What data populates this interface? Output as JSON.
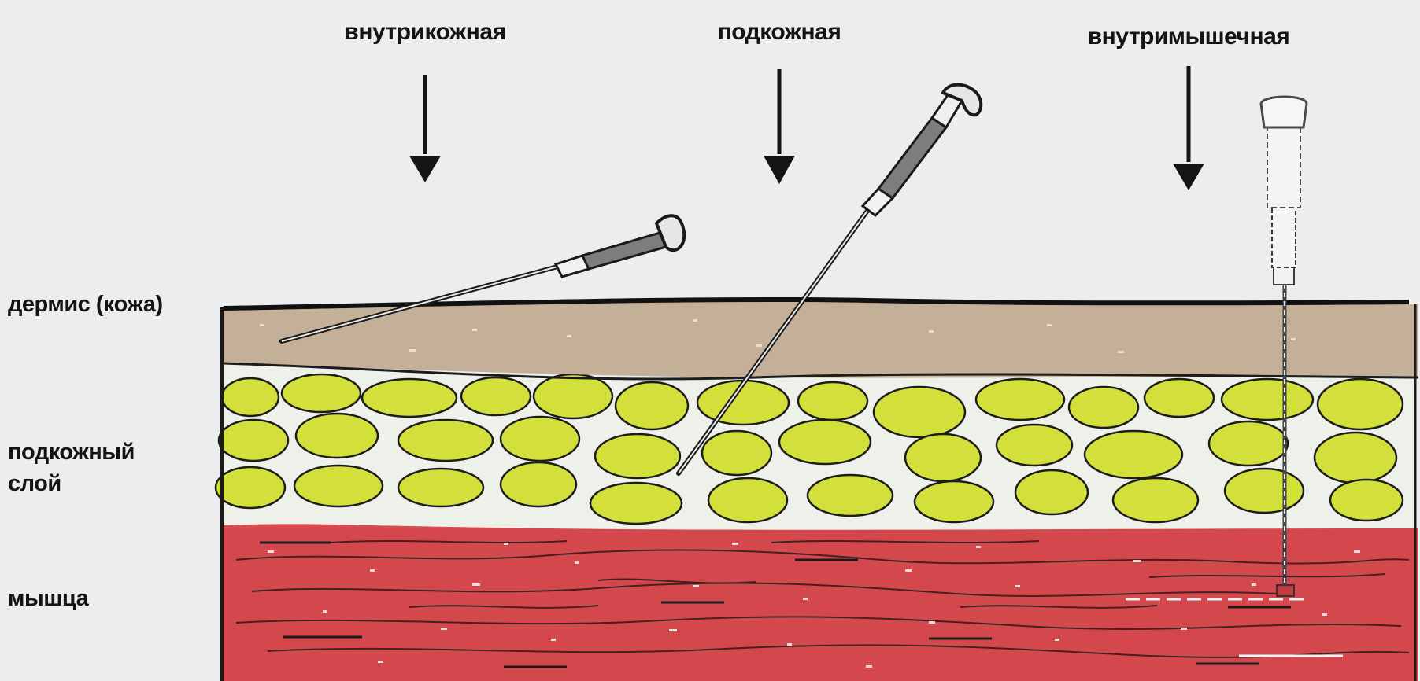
{
  "labels": {
    "intradermal": "внутрикожная",
    "subcutaneous": "подкожная",
    "intramuscular": "внутримышечная",
    "dermis": "дермис (кожа)",
    "subcutaneous_layer_line1": "подкожный",
    "subcutaneous_layer_line2": "слой",
    "muscle": "мышца"
  },
  "layers": [
    {
      "name": "dermis",
      "color": "#c4b099"
    },
    {
      "name": "subcutaneous-fat",
      "color": "#d3df3a"
    },
    {
      "name": "muscle",
      "color": "#d94b50"
    }
  ],
  "colors": {
    "background": "#ecedee",
    "outline": "#1a1a1a",
    "fat_gap": "#eef0ea",
    "needle_hub": "#7d7d7d"
  },
  "icons": [
    "down-arrow-icon",
    "needle-icon"
  ]
}
